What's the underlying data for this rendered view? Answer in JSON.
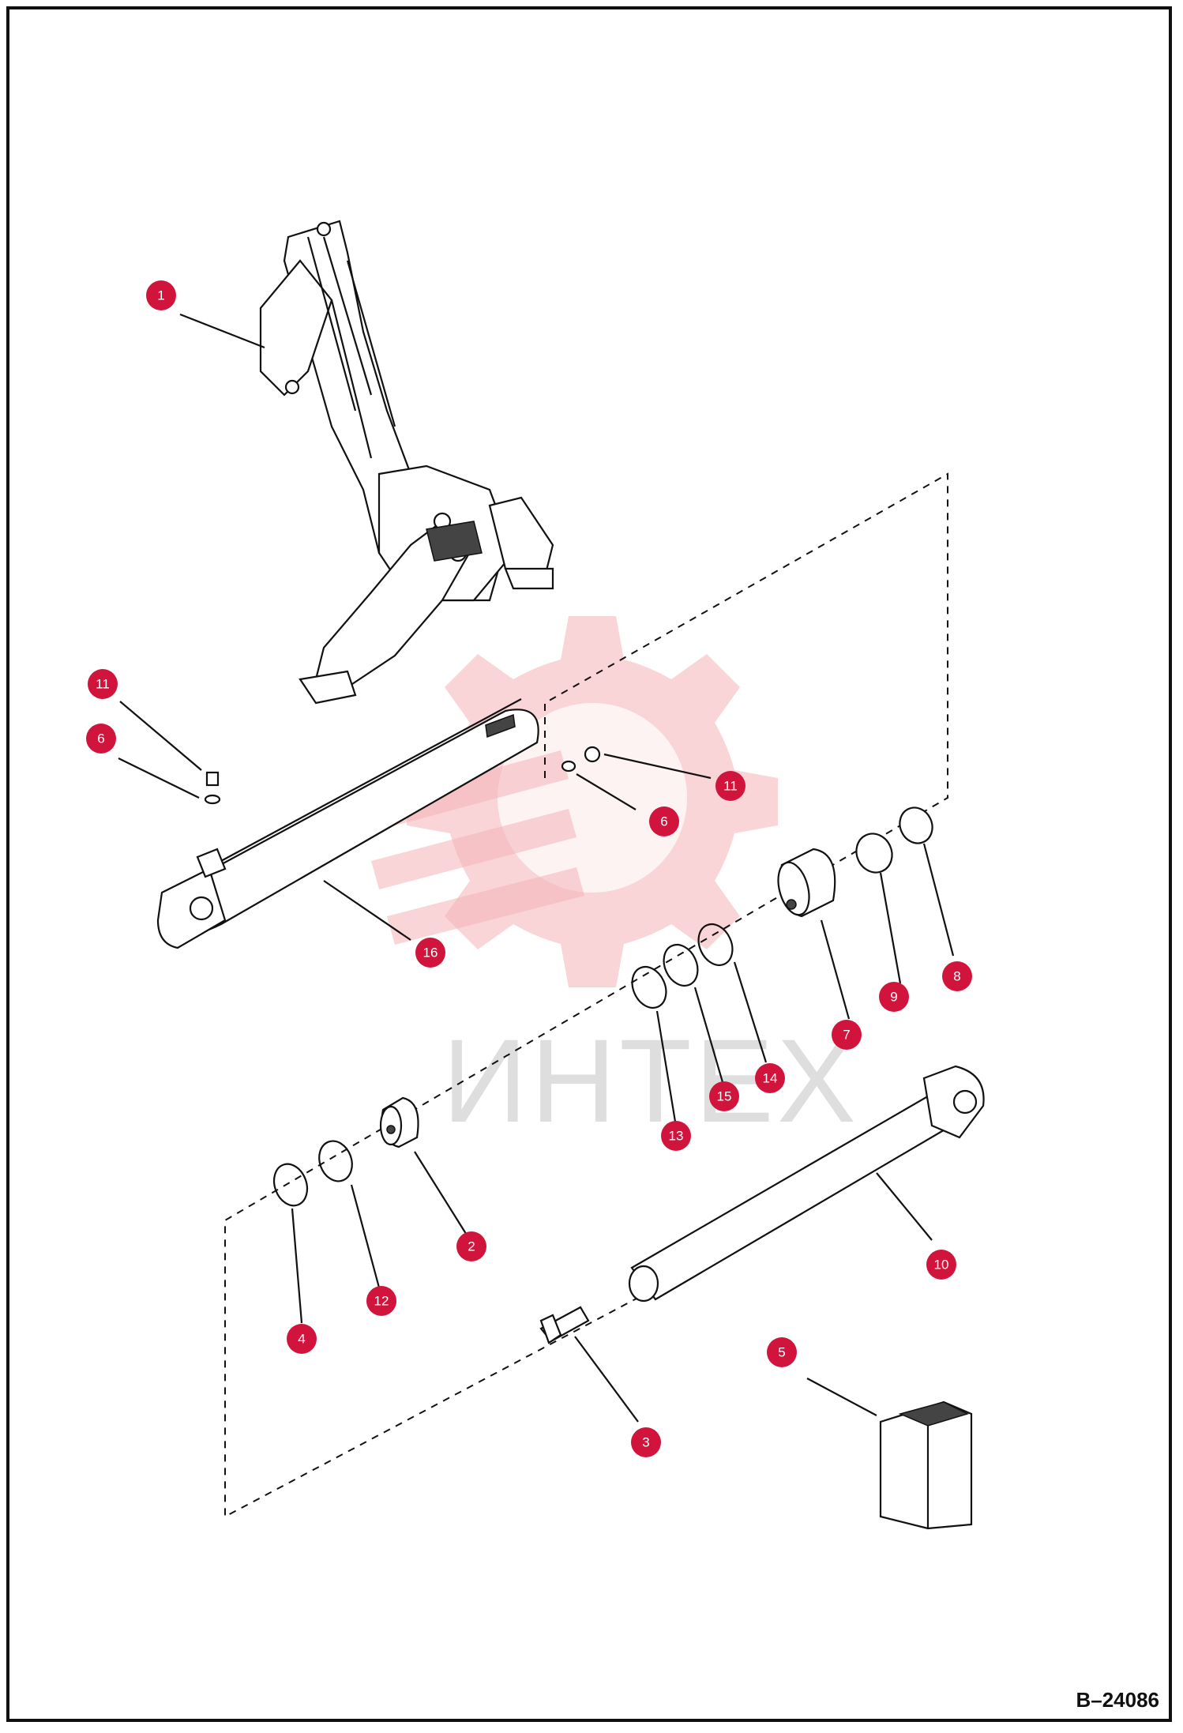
{
  "figure_code": "B–24086",
  "watermark_text": "ИНТЕХ",
  "callouts": [
    {
      "id": "1",
      "label": "1"
    },
    {
      "id": "11a",
      "label": "11"
    },
    {
      "id": "6a",
      "label": "6"
    },
    {
      "id": "11b",
      "label": "11"
    },
    {
      "id": "6b",
      "label": "6"
    },
    {
      "id": "16",
      "label": "16"
    },
    {
      "id": "8",
      "label": "8"
    },
    {
      "id": "9",
      "label": "9"
    },
    {
      "id": "7",
      "label": "7"
    },
    {
      "id": "14",
      "label": "14"
    },
    {
      "id": "15",
      "label": "15"
    },
    {
      "id": "13",
      "label": "13"
    },
    {
      "id": "2",
      "label": "2"
    },
    {
      "id": "12",
      "label": "12"
    },
    {
      "id": "4",
      "label": "4"
    },
    {
      "id": "10",
      "label": "10"
    },
    {
      "id": "5",
      "label": "5"
    },
    {
      "id": "3",
      "label": "3"
    }
  ],
  "colors": {
    "callout": "#d0143c",
    "watermark": "#f4b3b8"
  }
}
